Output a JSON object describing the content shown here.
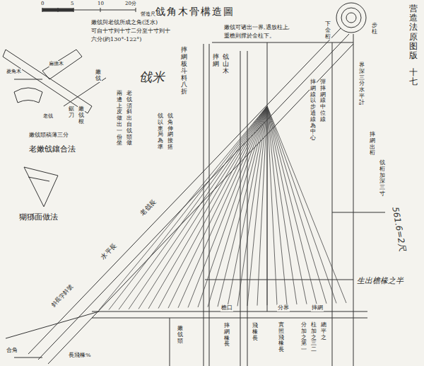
{
  "diagram": {
    "title": "戗角木骨構造圖",
    "labels": [
      "0",
      "5",
      "10",
      "20分",
      "營造尺",
      "嫩戗與老戗所成之角(泛水)",
      "可自十寸到十寸二分至十寸到十",
      "六分(約130°-122°)",
      "嫩戗可诸出一界,遇放柱上,",
      "重檐則撑於金柱下。",
      "营造法原图版",
      "十七",
      "下金桁",
      "步柱",
      "戗山木",
      "摔網",
      "摔網板斗料八折",
      "戗米",
      "菱角木",
      "扁擔木",
      "嫩戗",
      "老戗",
      "鋸刀",
      "嫩戗根",
      "嫩戗頭稿薄三分",
      "老嫩戗鑲合法",
      "兩邊上皮做出一份坐",
      "老戗須斜出自戗頭做",
      "戗以東局為準",
      "戗角伸網接搭",
      "猢猻面做法",
      "老戗長",
      "水平長",
      "斜長字斜號",
      "合角",
      "彈摔網線中位線",
      "摔網線以步通線為中心",
      "界深三分水平計",
      "摔網出桁",
      "戗桁加深三寸",
      "561.6=2尺",
      "生出檐椽之半",
      "檐口",
      "分界",
      "摔網",
      "摔網椽長",
      "飛椽長",
      "實照飛椽長",
      "分加之第一",
      "柱加之三二",
      "總平之",
      "長飛椽%",
      "嫩戗頭"
    ]
  }
}
